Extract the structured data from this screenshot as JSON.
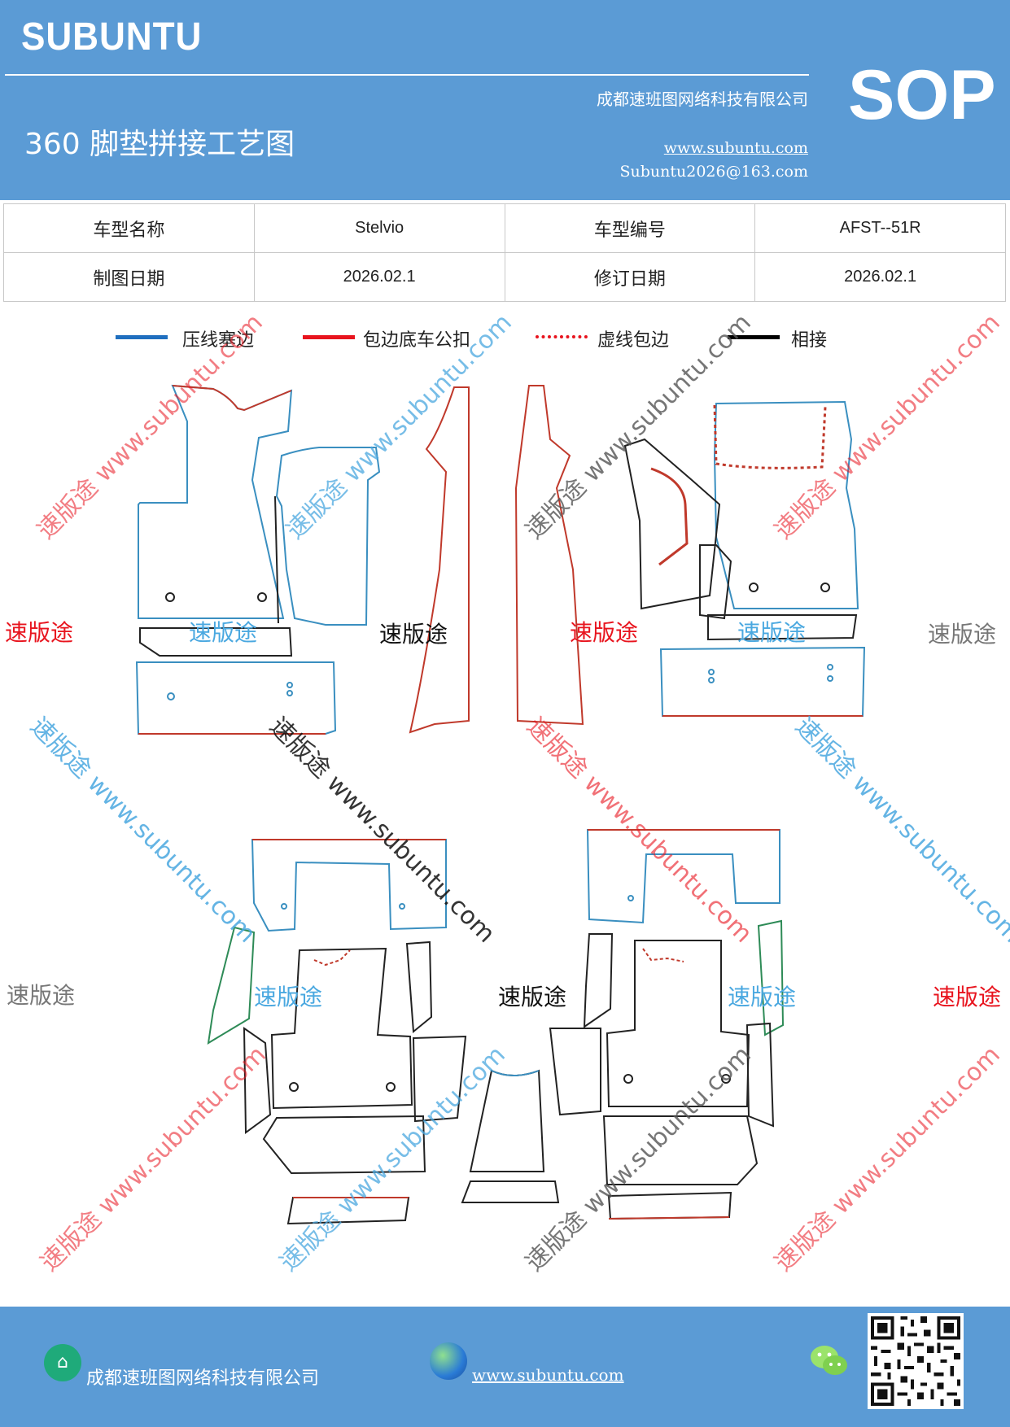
{
  "header": {
    "brand": "SUBUNTU",
    "doc_title": "360 脚垫拼接工艺图",
    "company": "成都速班图网络科技有限公司",
    "website": "www.subuntu.com",
    "email": "Subuntu2026@163.com",
    "badge": "SOP"
  },
  "info_table": {
    "model_name_label": "车型名称",
    "model_name_value": "Stelvio",
    "model_code_label": "车型编号",
    "model_code_value": "AFST--51R",
    "draw_date_label": "制图日期",
    "draw_date_value": "2026.02.1",
    "revise_date_label": "修订日期",
    "revise_date_value": "2026.02.1"
  },
  "legend": [
    {
      "label": "压线塞边",
      "color": "#1f6fbf",
      "style": "solid"
    },
    {
      "label": "包边底车公扣",
      "color": "#e8141e",
      "style": "solid"
    },
    {
      "label": "虚线包边",
      "color": "#e8141e",
      "style": "dotted"
    },
    {
      "label": "相接",
      "color": "#000000",
      "style": "solid"
    }
  ],
  "watermarks": {
    "brand_cn": "速版途",
    "url": "速版途 www.subuntu.com"
  },
  "colors": {
    "blue_bg": "#5b9bd5",
    "outline_blue": "#3a8fc0",
    "outline_red": "#c0392b",
    "outline_green": "#2e8b57",
    "outline_black": "#222222"
  },
  "footer": {
    "company": "成都速班图网络科技有限公司",
    "website": "www.subuntu.com",
    "home_icon": "home-icon",
    "globe_icon": "globe-icon",
    "wechat_icon": "wechat-icon"
  }
}
